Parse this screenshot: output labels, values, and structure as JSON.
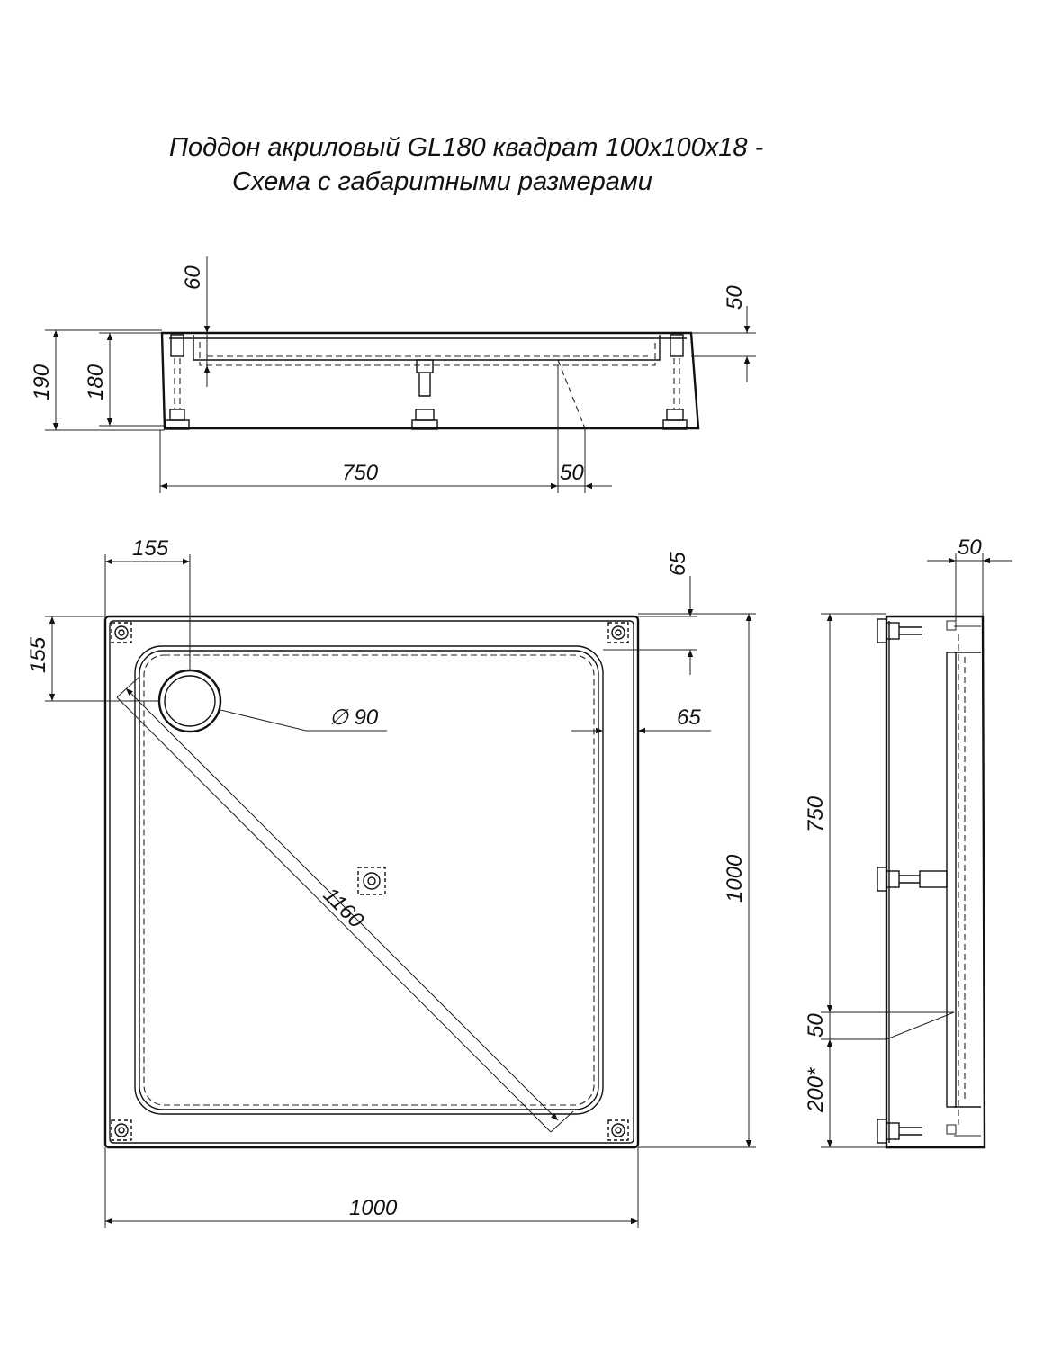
{
  "title": {
    "line1": "Поддон акриловый  GL180 квадрат 100x100x18 -",
    "line2": "Схема с габаритными размерами"
  },
  "front_view": {
    "dim_60": "60",
    "dim_50_top": "50",
    "dim_190": "190",
    "dim_180": "180",
    "dim_750": "750",
    "dim_50_bottom": "50"
  },
  "plan_view": {
    "dim_155_top": "155",
    "dim_155_left": "155",
    "dim_65_vertical": "65",
    "dim_65_horizontal": "65",
    "drain_diameter": "∅ 90",
    "diagonal": "1160",
    "height_1000": "1000",
    "width_1000": "1000"
  },
  "side_view": {
    "dim_50_top": "50",
    "dim_750": "750",
    "dim_50": "50",
    "dim_200": "200*"
  }
}
